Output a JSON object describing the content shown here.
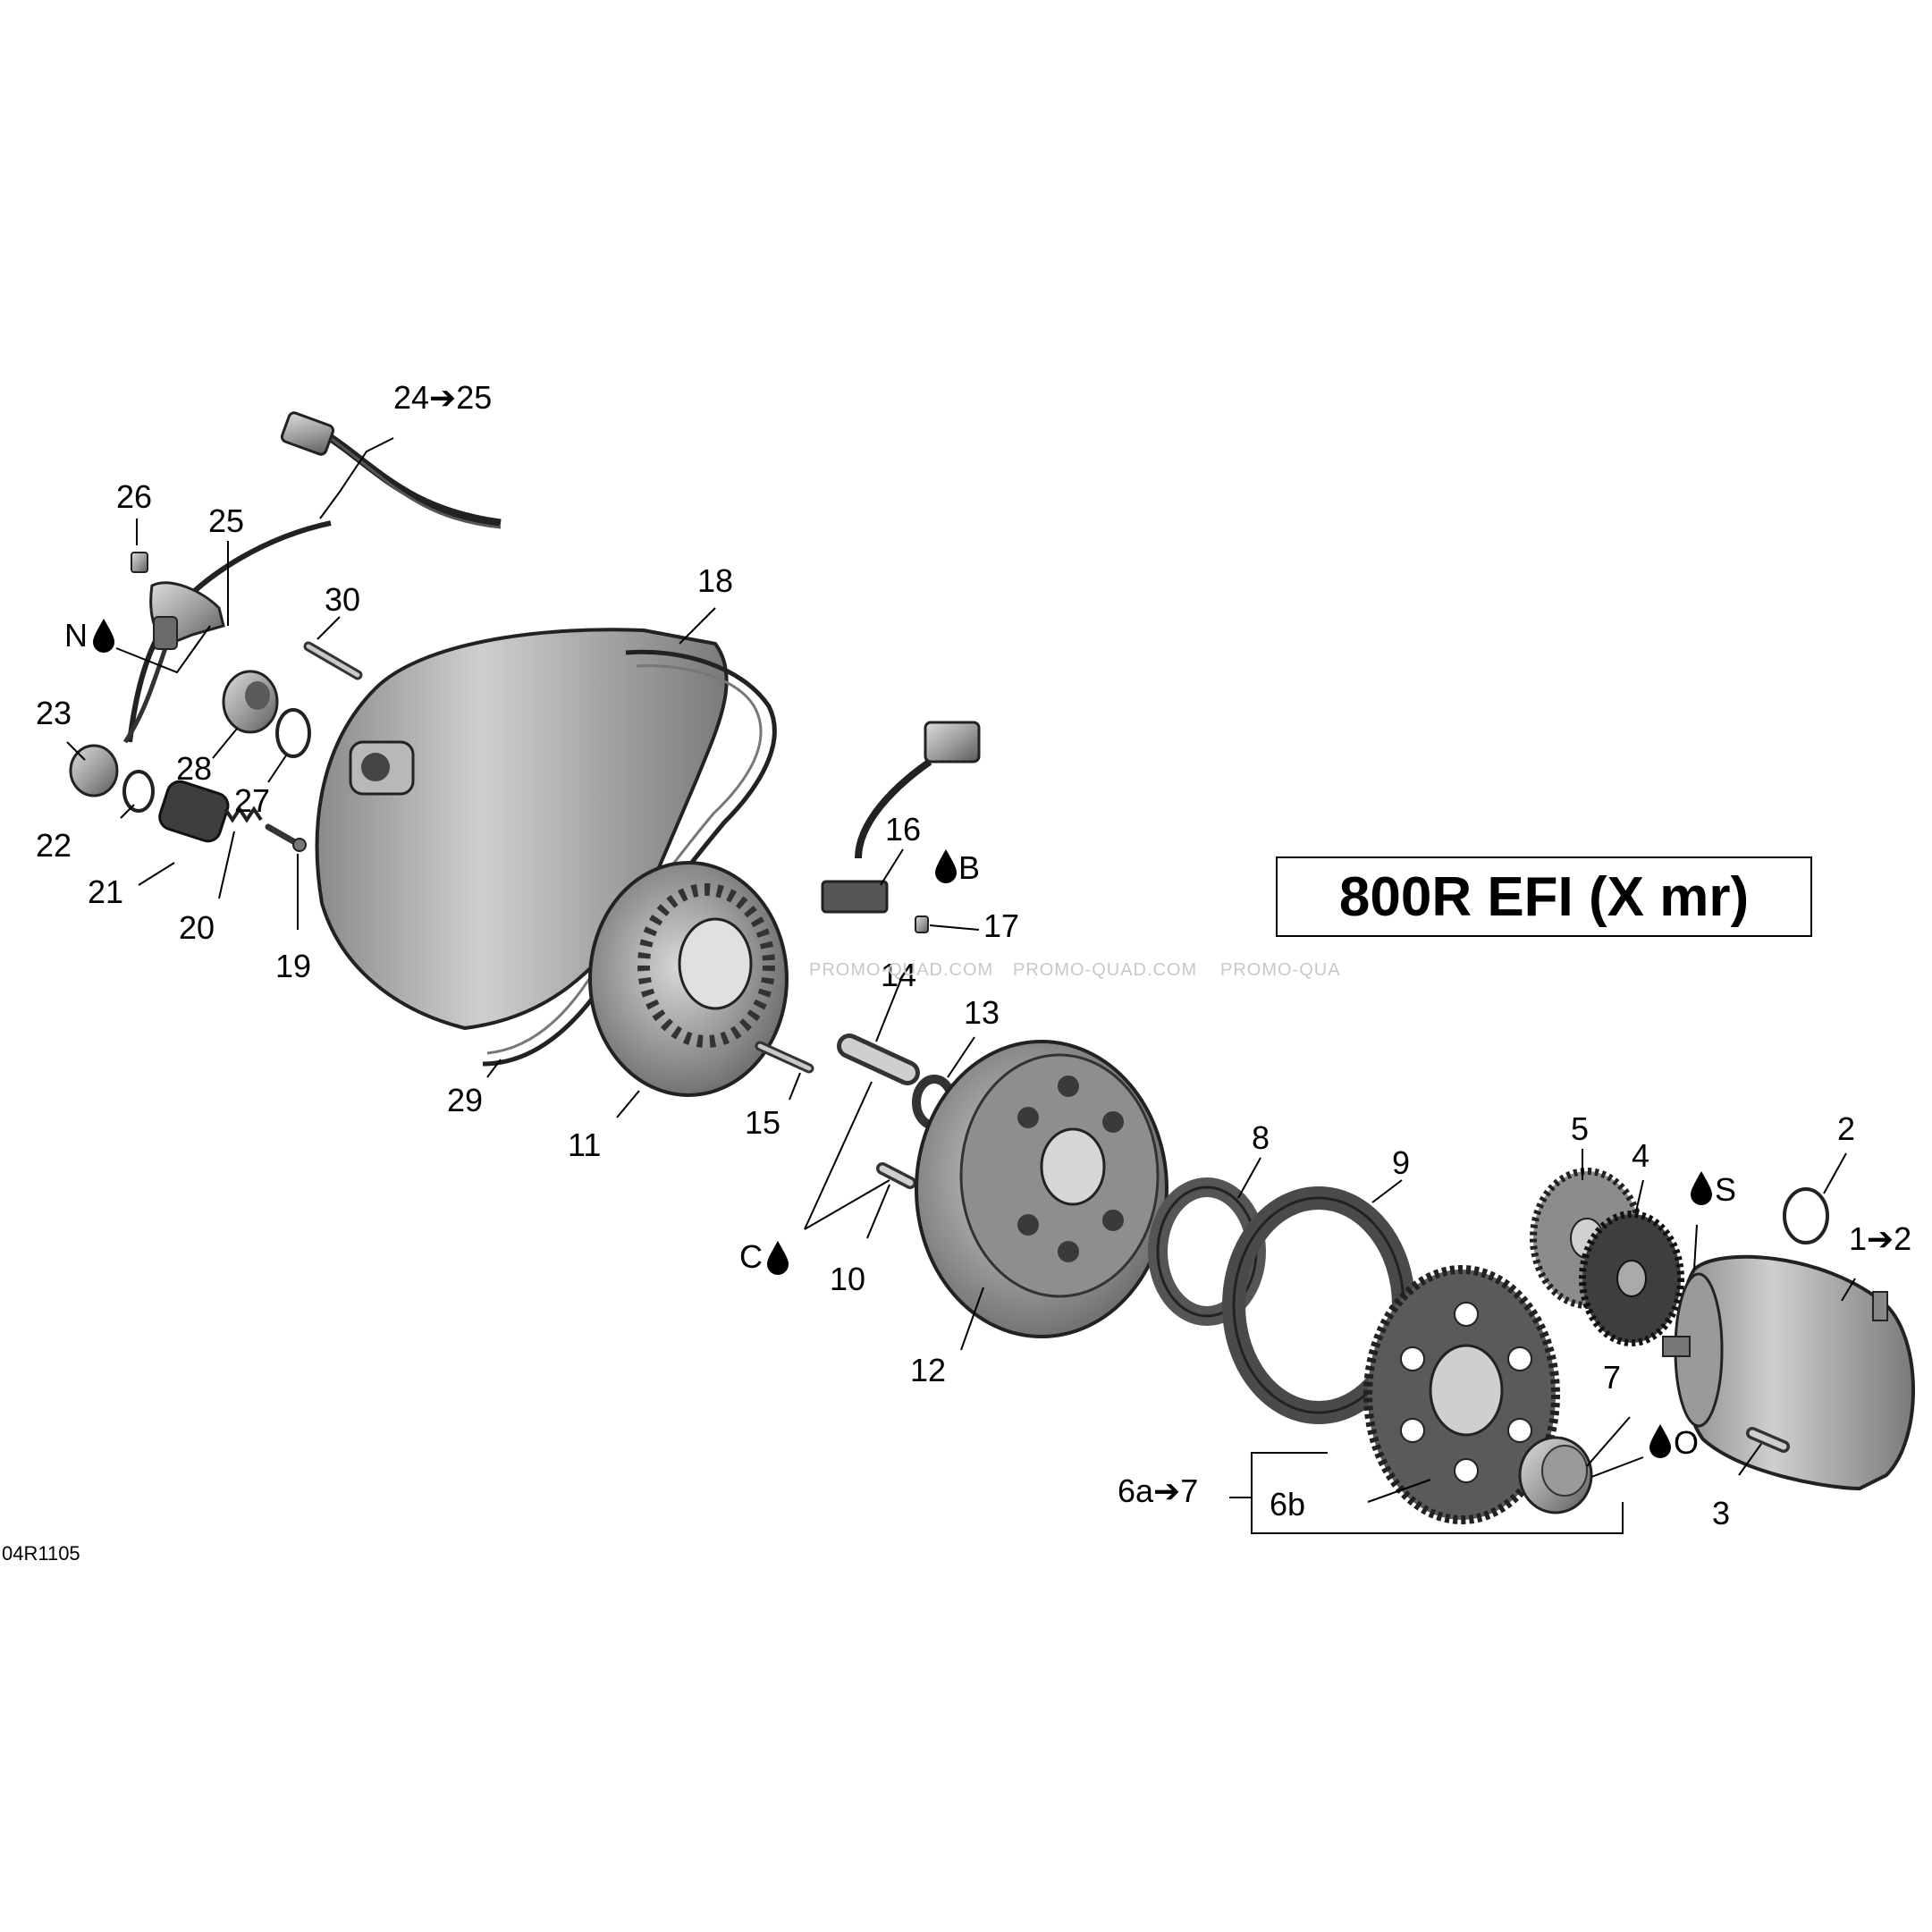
{
  "title": "800R EFI (X mr)",
  "diagram_code": "04R1105",
  "watermarks": [
    "PROMO-QUAD.COM",
    "PROMO-QUAD.COM",
    "PROMO-QUA"
  ],
  "callouts": {
    "c1": "1➔2",
    "c2": "2",
    "c3": "3",
    "c4": "4",
    "c5": "5",
    "c6": "6a➔7",
    "c6b": "6b",
    "c7": "7",
    "c8": "8",
    "c9": "9",
    "c10": "10",
    "c11": "11",
    "c12": "12",
    "c13": "13",
    "c14": "14",
    "c15": "15",
    "c16": "16",
    "c17": "17",
    "c18": "18",
    "c19": "19",
    "c20": "20",
    "c21": "21",
    "c22": "22",
    "c23": "23",
    "c24": "24➔25",
    "c25": "25",
    "c26": "26",
    "c27": "27",
    "c28": "28",
    "c29": "29",
    "c30": "30"
  },
  "lubricants": {
    "n": "N",
    "b": "B",
    "c": "C",
    "s": "S",
    "o": "O"
  },
  "colors": {
    "ink": "#000000",
    "part": "#8c8c8c",
    "part_light": "#c4c4c4",
    "part_dark": "#4a4a4a",
    "watermark": "#c8c8c8"
  }
}
